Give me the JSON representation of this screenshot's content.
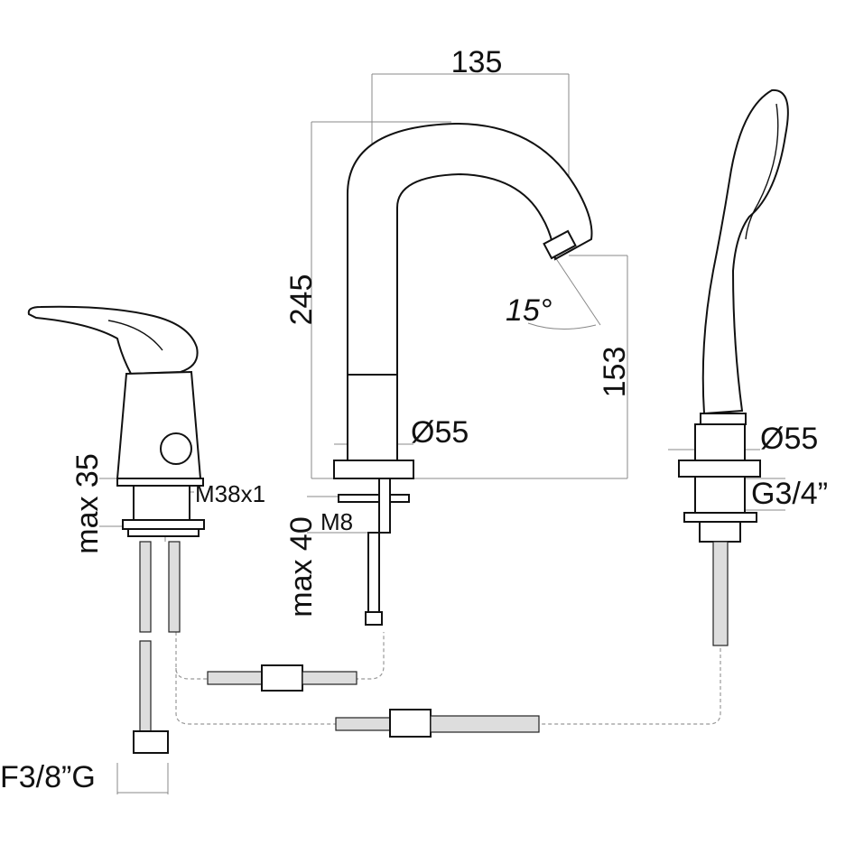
{
  "labels": {
    "spout_reach": "135",
    "spout_height": "245",
    "spout_angle": "15°",
    "outlet_height": "153",
    "spout_base_diameter": "Ø55",
    "shower_base_diameter": "Ø55",
    "shower_thread": "G3/4”",
    "mixer_max_deck": "max 35",
    "mixer_thread": "M38x1",
    "spout_max_deck": "max 40",
    "spout_rod_thread": "M8",
    "supply_thread": "F3/8”G"
  }
}
